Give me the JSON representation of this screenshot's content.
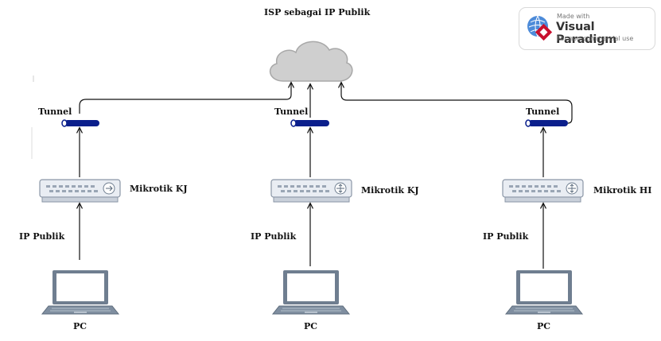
{
  "title": "ISP sebagai IP Publik",
  "watermark": {
    "made_with": "Made with",
    "brand": "Visual Paradigm",
    "note": "For non-commercial use"
  },
  "sites": [
    {
      "tunnel_label": "Tunnel",
      "router_label": "Mikrotik KJ",
      "link_label": "IP Publik",
      "pc_label": "PC"
    },
    {
      "tunnel_label": "Tunnel",
      "router_label": "Mikrotik KJ",
      "link_label": "IP Publik",
      "pc_label": "PC"
    },
    {
      "tunnel_label": "Tunnel",
      "router_label": "Mikrotik HI",
      "link_label": "IP Publik",
      "pc_label": "PC"
    }
  ],
  "colors": {
    "cloud_fill": "#cfcfcf",
    "cloud_stroke": "#a8a8a8",
    "tunnel_pipe": "#0b1f8c",
    "router_body": "#e9edf3",
    "router_stroke": "#8a96a6",
    "laptop": "#6f7e90",
    "laptop_screen": "#ffffff",
    "line": "#111111"
  }
}
